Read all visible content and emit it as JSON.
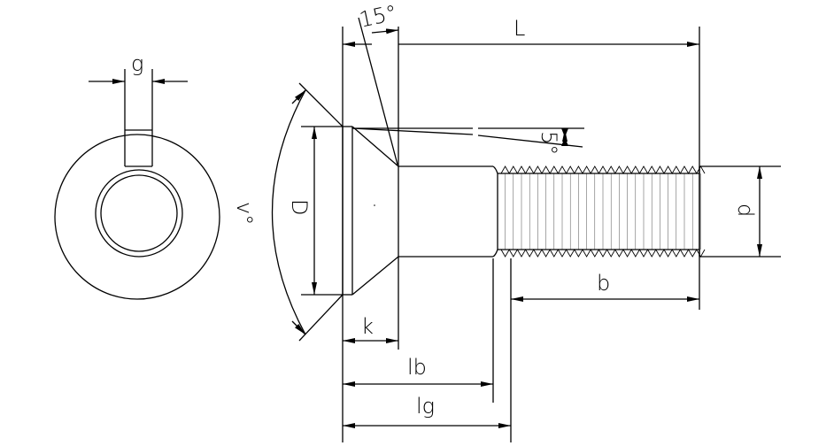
{
  "drawing": {
    "title": "Countersunk head bolt with slot",
    "labels": {
      "g": "g",
      "L": "L",
      "angle_head": "15°",
      "angle_taper": "5°",
      "angle_countersink": "v°",
      "D": "D",
      "d": "d",
      "b": "b",
      "k": "k",
      "lb": "lb",
      "lg": "lg"
    },
    "colors": {
      "line": "#000000",
      "background": "#ffffff"
    }
  }
}
